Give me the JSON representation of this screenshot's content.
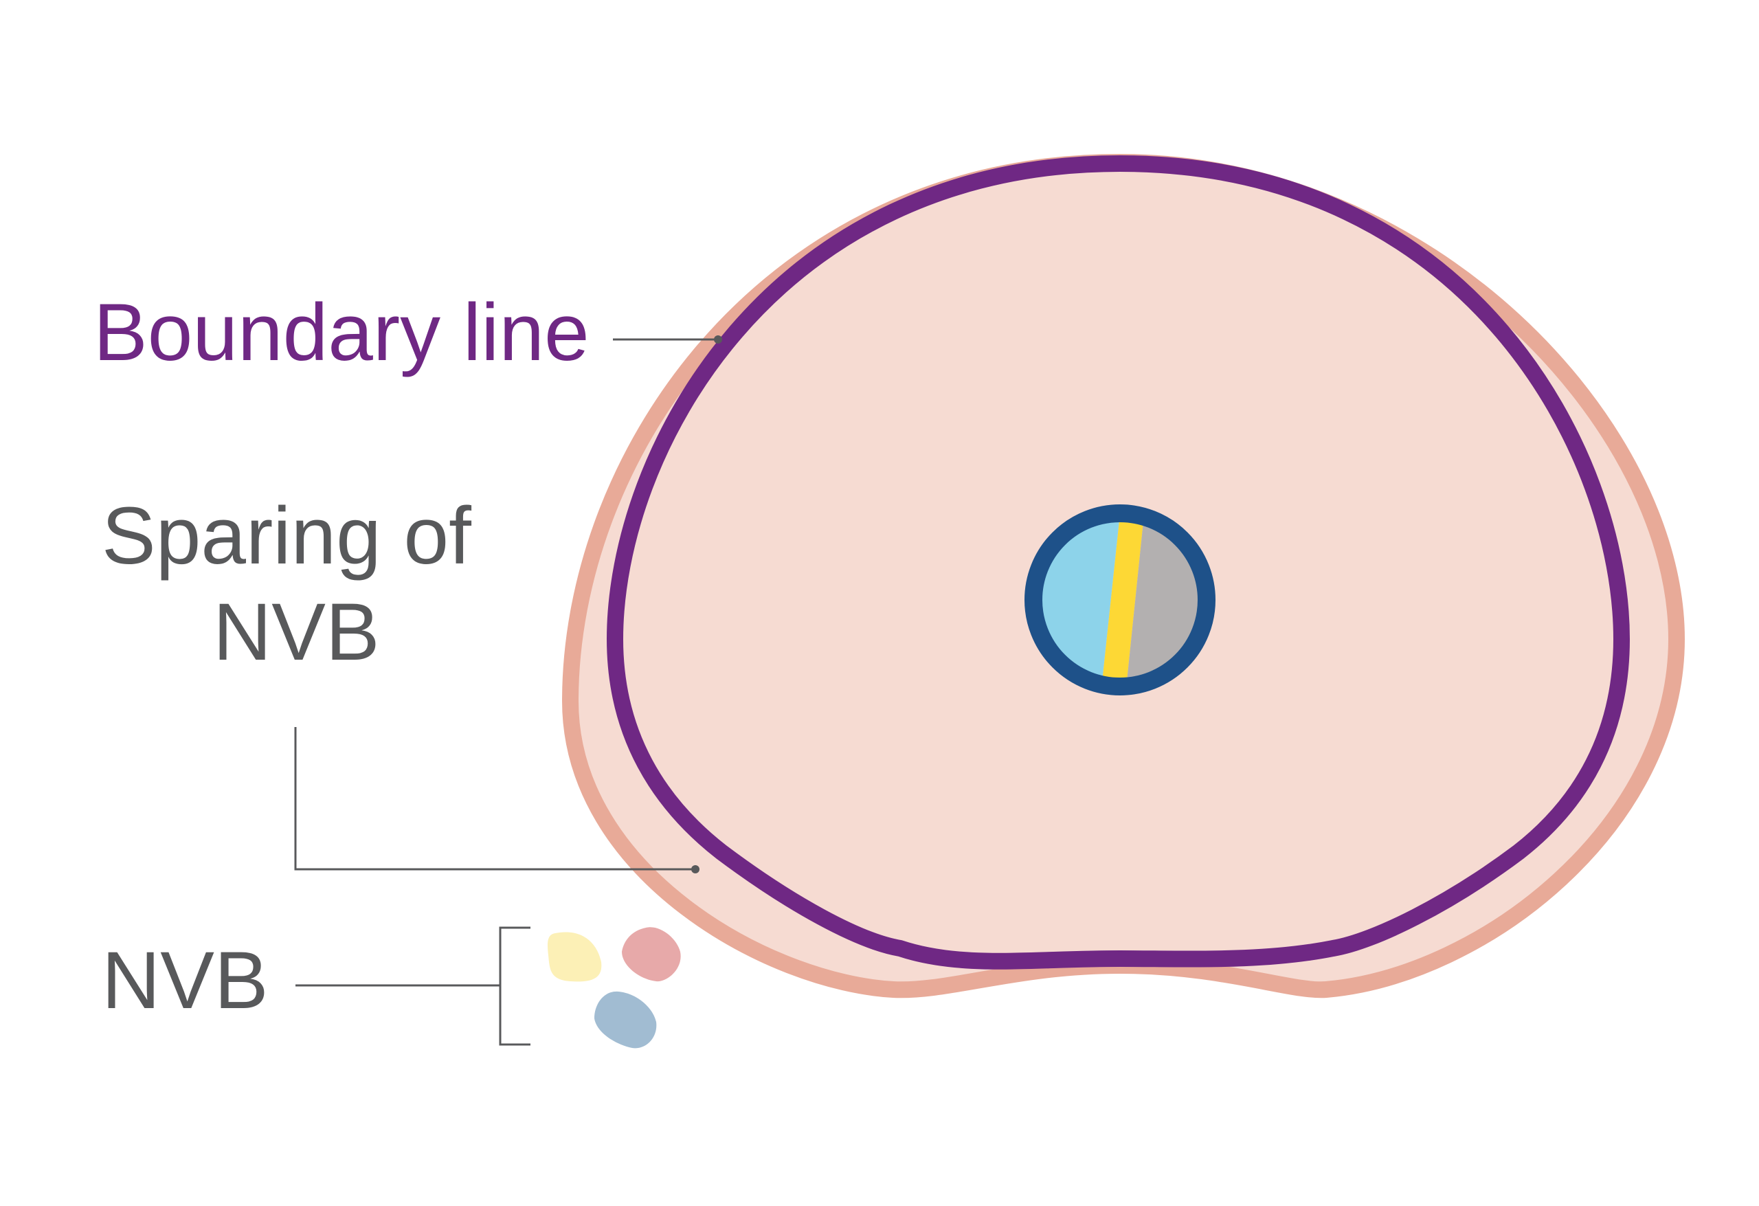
{
  "labels": {
    "boundary_line": "Boundary line",
    "sparing_line1": "Sparing of",
    "sparing_line2": "NVB",
    "nvb": "NVB"
  },
  "colors": {
    "boundary": "#6f2884",
    "label_text": "#58595b",
    "leader_line": "#58595b",
    "gland_fill": "#f6dbd2",
    "gland_outline": "#e8aa98",
    "urethra_ring": "#1e5189",
    "urethra_left": "#8dd3ea",
    "urethra_middle": "#fdd835",
    "urethra_right": "#b3b0b0",
    "nvb_yellow": "#fcf0b6",
    "nvb_pink": "#e7a9a9",
    "nvb_blue": "#a1bcd2"
  }
}
